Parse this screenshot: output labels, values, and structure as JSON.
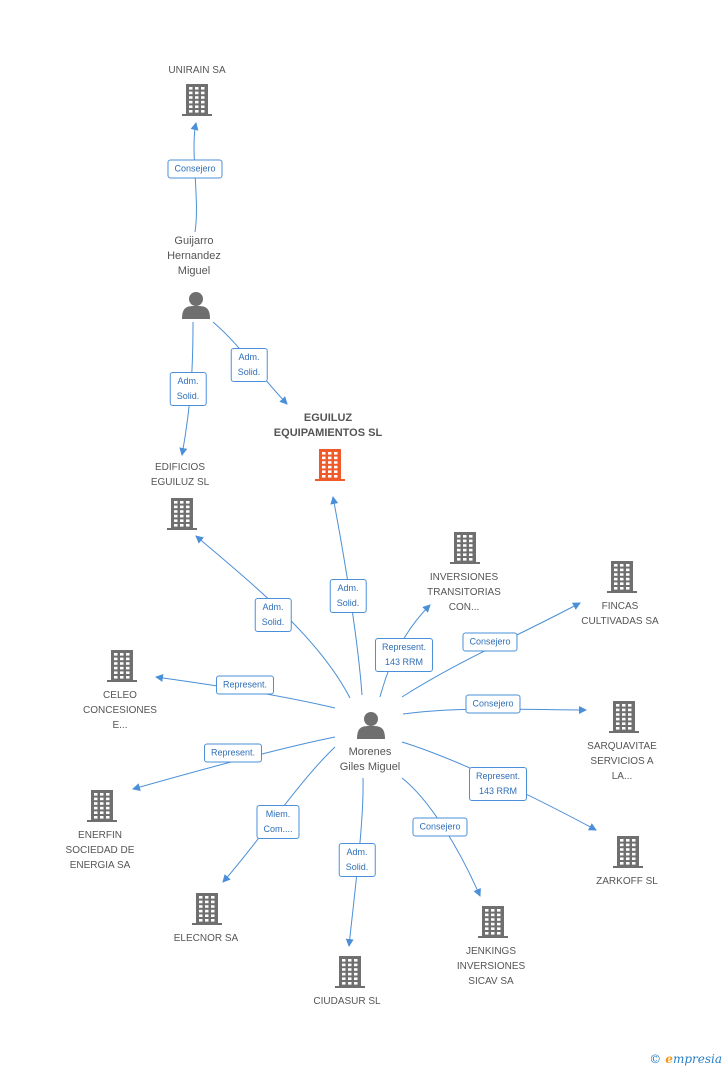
{
  "colors": {
    "edge": "#4a8fd8",
    "building": "#6f6f6f",
    "building_main": "#f05a28",
    "person": "#6f6f6f"
  },
  "nodes": [
    {
      "id": "unirain",
      "label": "UNIRAIN SA",
      "kind": "company"
    },
    {
      "id": "guijarro",
      "label": "Guijarro\nHernandez\nMiguel",
      "kind": "person"
    },
    {
      "id": "eguiluz",
      "label": "EGUILUZ\nEQUIPAMIENTOS SL",
      "kind": "company-main"
    },
    {
      "id": "edificios",
      "label": "EDIFICIOS\nEGUILUZ SL",
      "kind": "company"
    },
    {
      "id": "inversiones",
      "label": "INVERSIONES\nTRANSITORIAS\nCON...",
      "kind": "company"
    },
    {
      "id": "fincas",
      "label": "FINCAS\nCULTIVADAS SA",
      "kind": "company"
    },
    {
      "id": "celeo",
      "label": "CELEO\nCONCESIONES\nE...",
      "kind": "company"
    },
    {
      "id": "morenes",
      "label": "Morenes\nGiles Miguel",
      "kind": "person"
    },
    {
      "id": "sarquavitae",
      "label": "SARQUAVITAE\nSERVICIOS A\nLA...",
      "kind": "company"
    },
    {
      "id": "enerfin",
      "label": "ENERFIN\nSOCIEDAD DE\nENERGIA SA",
      "kind": "company"
    },
    {
      "id": "zarkoff",
      "label": "ZARKOFF SL",
      "kind": "company"
    },
    {
      "id": "elecnor",
      "label": "ELECNOR SA",
      "kind": "company"
    },
    {
      "id": "jenkings",
      "label": "JENKINGS\nINVERSIONES\nSICAV SA",
      "kind": "company"
    },
    {
      "id": "ciudasur",
      "label": "CIUDASUR SL",
      "kind": "company"
    }
  ],
  "edges": [
    {
      "from": "guijarro",
      "to": "unirain",
      "label": "Consejero"
    },
    {
      "from": "guijarro",
      "to": "eguiluz",
      "label": "Adm.\nSolid."
    },
    {
      "from": "guijarro",
      "to": "edificios",
      "label": "Adm.\nSolid."
    },
    {
      "from": "morenes",
      "to": "eguiluz",
      "label": "Adm.\nSolid."
    },
    {
      "from": "morenes",
      "to": "edificios",
      "label": "Adm.\nSolid."
    },
    {
      "from": "morenes",
      "to": "inversiones",
      "label": "Represent.\n143 RRM"
    },
    {
      "from": "morenes",
      "to": "fincas",
      "label": "Consejero"
    },
    {
      "from": "morenes",
      "to": "celeo",
      "label": "Represent."
    },
    {
      "from": "morenes",
      "to": "sarquavitae",
      "label": "Consejero"
    },
    {
      "from": "morenes",
      "to": "enerfin",
      "label": "Represent."
    },
    {
      "from": "morenes",
      "to": "zarkoff",
      "label": "Represent.\n143 RRM"
    },
    {
      "from": "morenes",
      "to": "elecnor",
      "label": "Miem.\nCom...."
    },
    {
      "from": "morenes",
      "to": "jenkings",
      "label": "Consejero"
    },
    {
      "from": "morenes",
      "to": "ciudasur",
      "label": "Adm.\nSolid."
    }
  ],
  "footer": {
    "copyright": "©",
    "brand_e": "e",
    "brand_rest": "mpresia"
  }
}
